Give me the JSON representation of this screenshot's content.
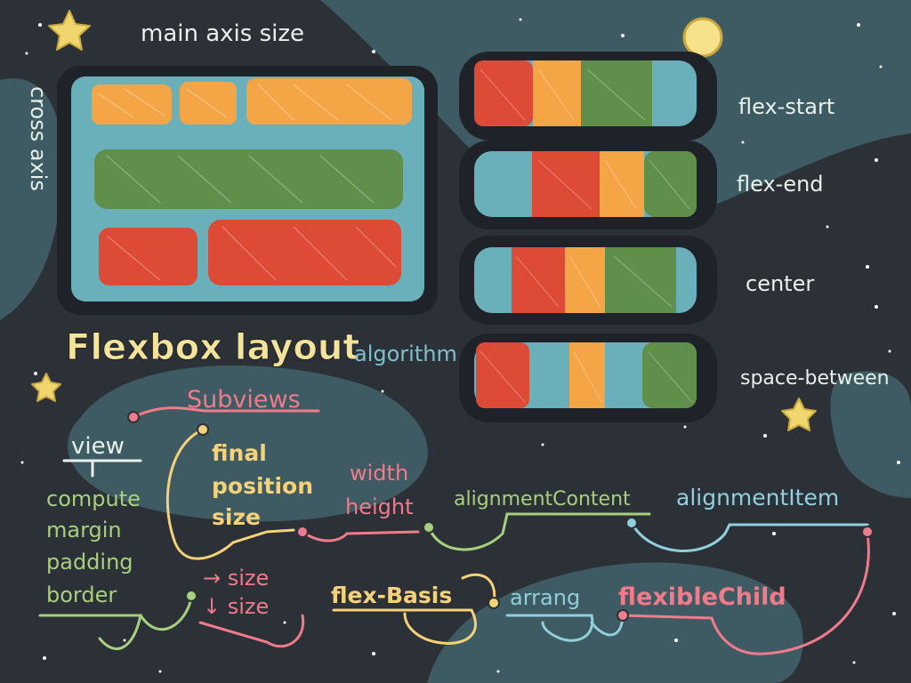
{
  "colors": {
    "background": "#2c3037",
    "blob": "#3e5a62",
    "frame": "#1f2228",
    "container": "#6ab0bb",
    "orange": "#f4a546",
    "green": "#5f8f4a",
    "red": "#dd4a36",
    "label_white": "#e8f1ec",
    "title_yellow": "#f4e39a",
    "subtitle_blue": "#7cc0cc",
    "pink": "#f07b8a",
    "yellow": "#f5d27a",
    "light_green": "#a7d07e",
    "light_blue": "#8fd0dc",
    "star": "#f1d66e"
  },
  "labels": {
    "main_axis": "main axis size",
    "cross_axis": "cross axis",
    "title": "Flexbox layout",
    "subtitle": "algorithm",
    "justify": [
      "flex-start",
      "flex-end",
      "center",
      "space-between"
    ]
  },
  "flow": {
    "subviews": "Subviews",
    "view": "view",
    "compute_lines": [
      "compute",
      "margin",
      "padding",
      "border"
    ],
    "final_lines": [
      "final",
      "position",
      "size"
    ],
    "wh_lines": [
      "width",
      "height"
    ],
    "alignment_content": "alignmentContent",
    "alignment_item": "alignmentItem",
    "size_lines": [
      "→ size",
      "↓ size"
    ],
    "flex_basis": "flex-Basis",
    "arrang": "arrang",
    "flexible_child": "flexibleChild"
  }
}
